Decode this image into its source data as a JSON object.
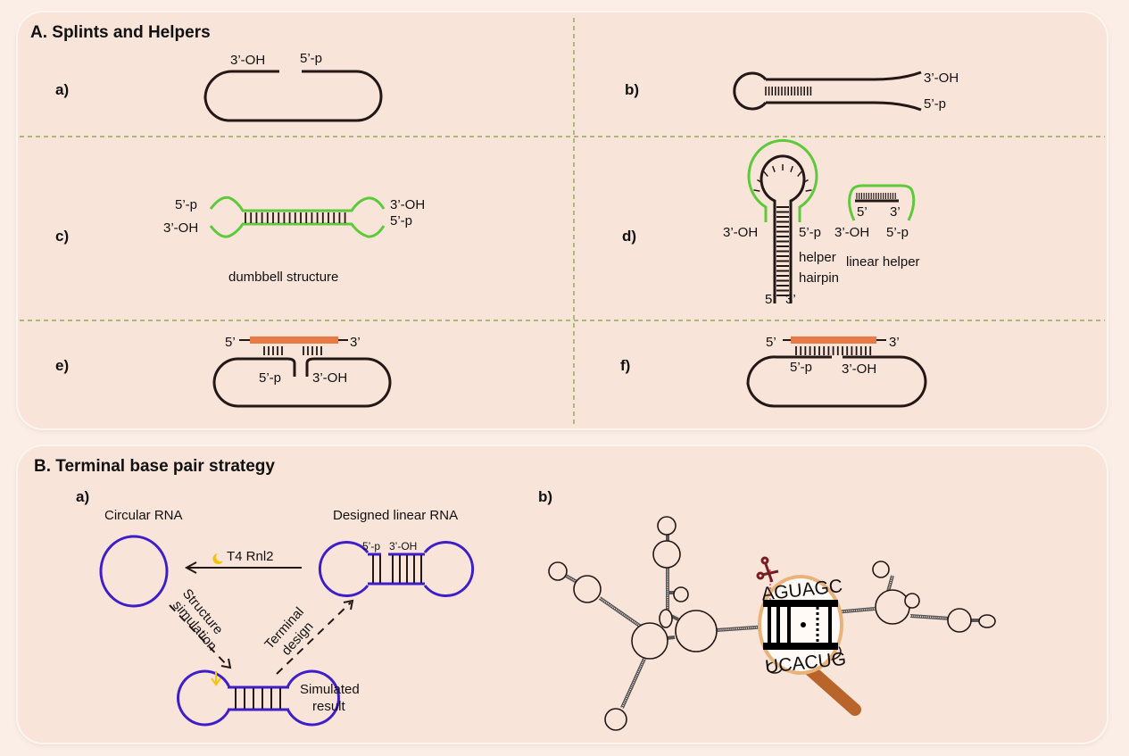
{
  "panel_a": {
    "title": "A. Splints and Helpers",
    "a": {
      "label": "a)",
      "left_end": "3’-OH",
      "right_end": "5’-p"
    },
    "b": {
      "label": "b)",
      "top_end": "3’-OH",
      "bottom_end": "5’-p"
    },
    "c": {
      "label": "c)",
      "tl": "5’-p",
      "bl": "3’-OH",
      "tr": "3’-OH",
      "br": "5’-p",
      "caption": "dumbbell structure"
    },
    "d": {
      "label": "d)",
      "hairpin_left": "3’-OH",
      "hairpin_right": "5’-p",
      "hairpin_caption_1": "helper",
      "hairpin_caption_2": "hairpin",
      "hairpin_bottom_5": "5’",
      "hairpin_bottom_3": "3’",
      "linear_5": "5’",
      "linear_3": "3’",
      "linear_left": "3’-OH",
      "linear_right": "5’-p",
      "linear_caption": "linear helper"
    },
    "e": {
      "label": "e)",
      "splint_5": "5’",
      "splint_3": "3’",
      "left_end": "5’-p",
      "right_end": "3’-OH"
    },
    "f": {
      "label": "f)",
      "splint_5": "5’",
      "splint_3": "3’",
      "left_end": "5’-p",
      "right_end": "3’-OH"
    }
  },
  "panel_b": {
    "title": "B. Terminal base pair strategy",
    "a": {
      "label": "a)",
      "circular_rna": "Circular RNA",
      "designed_linear_rna": "Designed linear RNA",
      "enzyme": "T4 Rnl2",
      "linear_5p": "5’-p",
      "linear_3oh": "3’-OH",
      "structure_1": "Structure",
      "structure_2": "simulation",
      "terminal_1": "Terminal",
      "terminal_2": "design",
      "simulated_1": "Simulated",
      "simulated_2": "result"
    },
    "b": {
      "label": "b)",
      "top_seq": "AGUAGC",
      "bottom_seq": "UCACUG"
    }
  },
  "colors": {
    "green": "#5ec93a",
    "orange": "#e87a45",
    "purple": "#3d1ec9",
    "yellow": "#f5c400",
    "divider": "#7aa03a",
    "dark": "#231815"
  }
}
